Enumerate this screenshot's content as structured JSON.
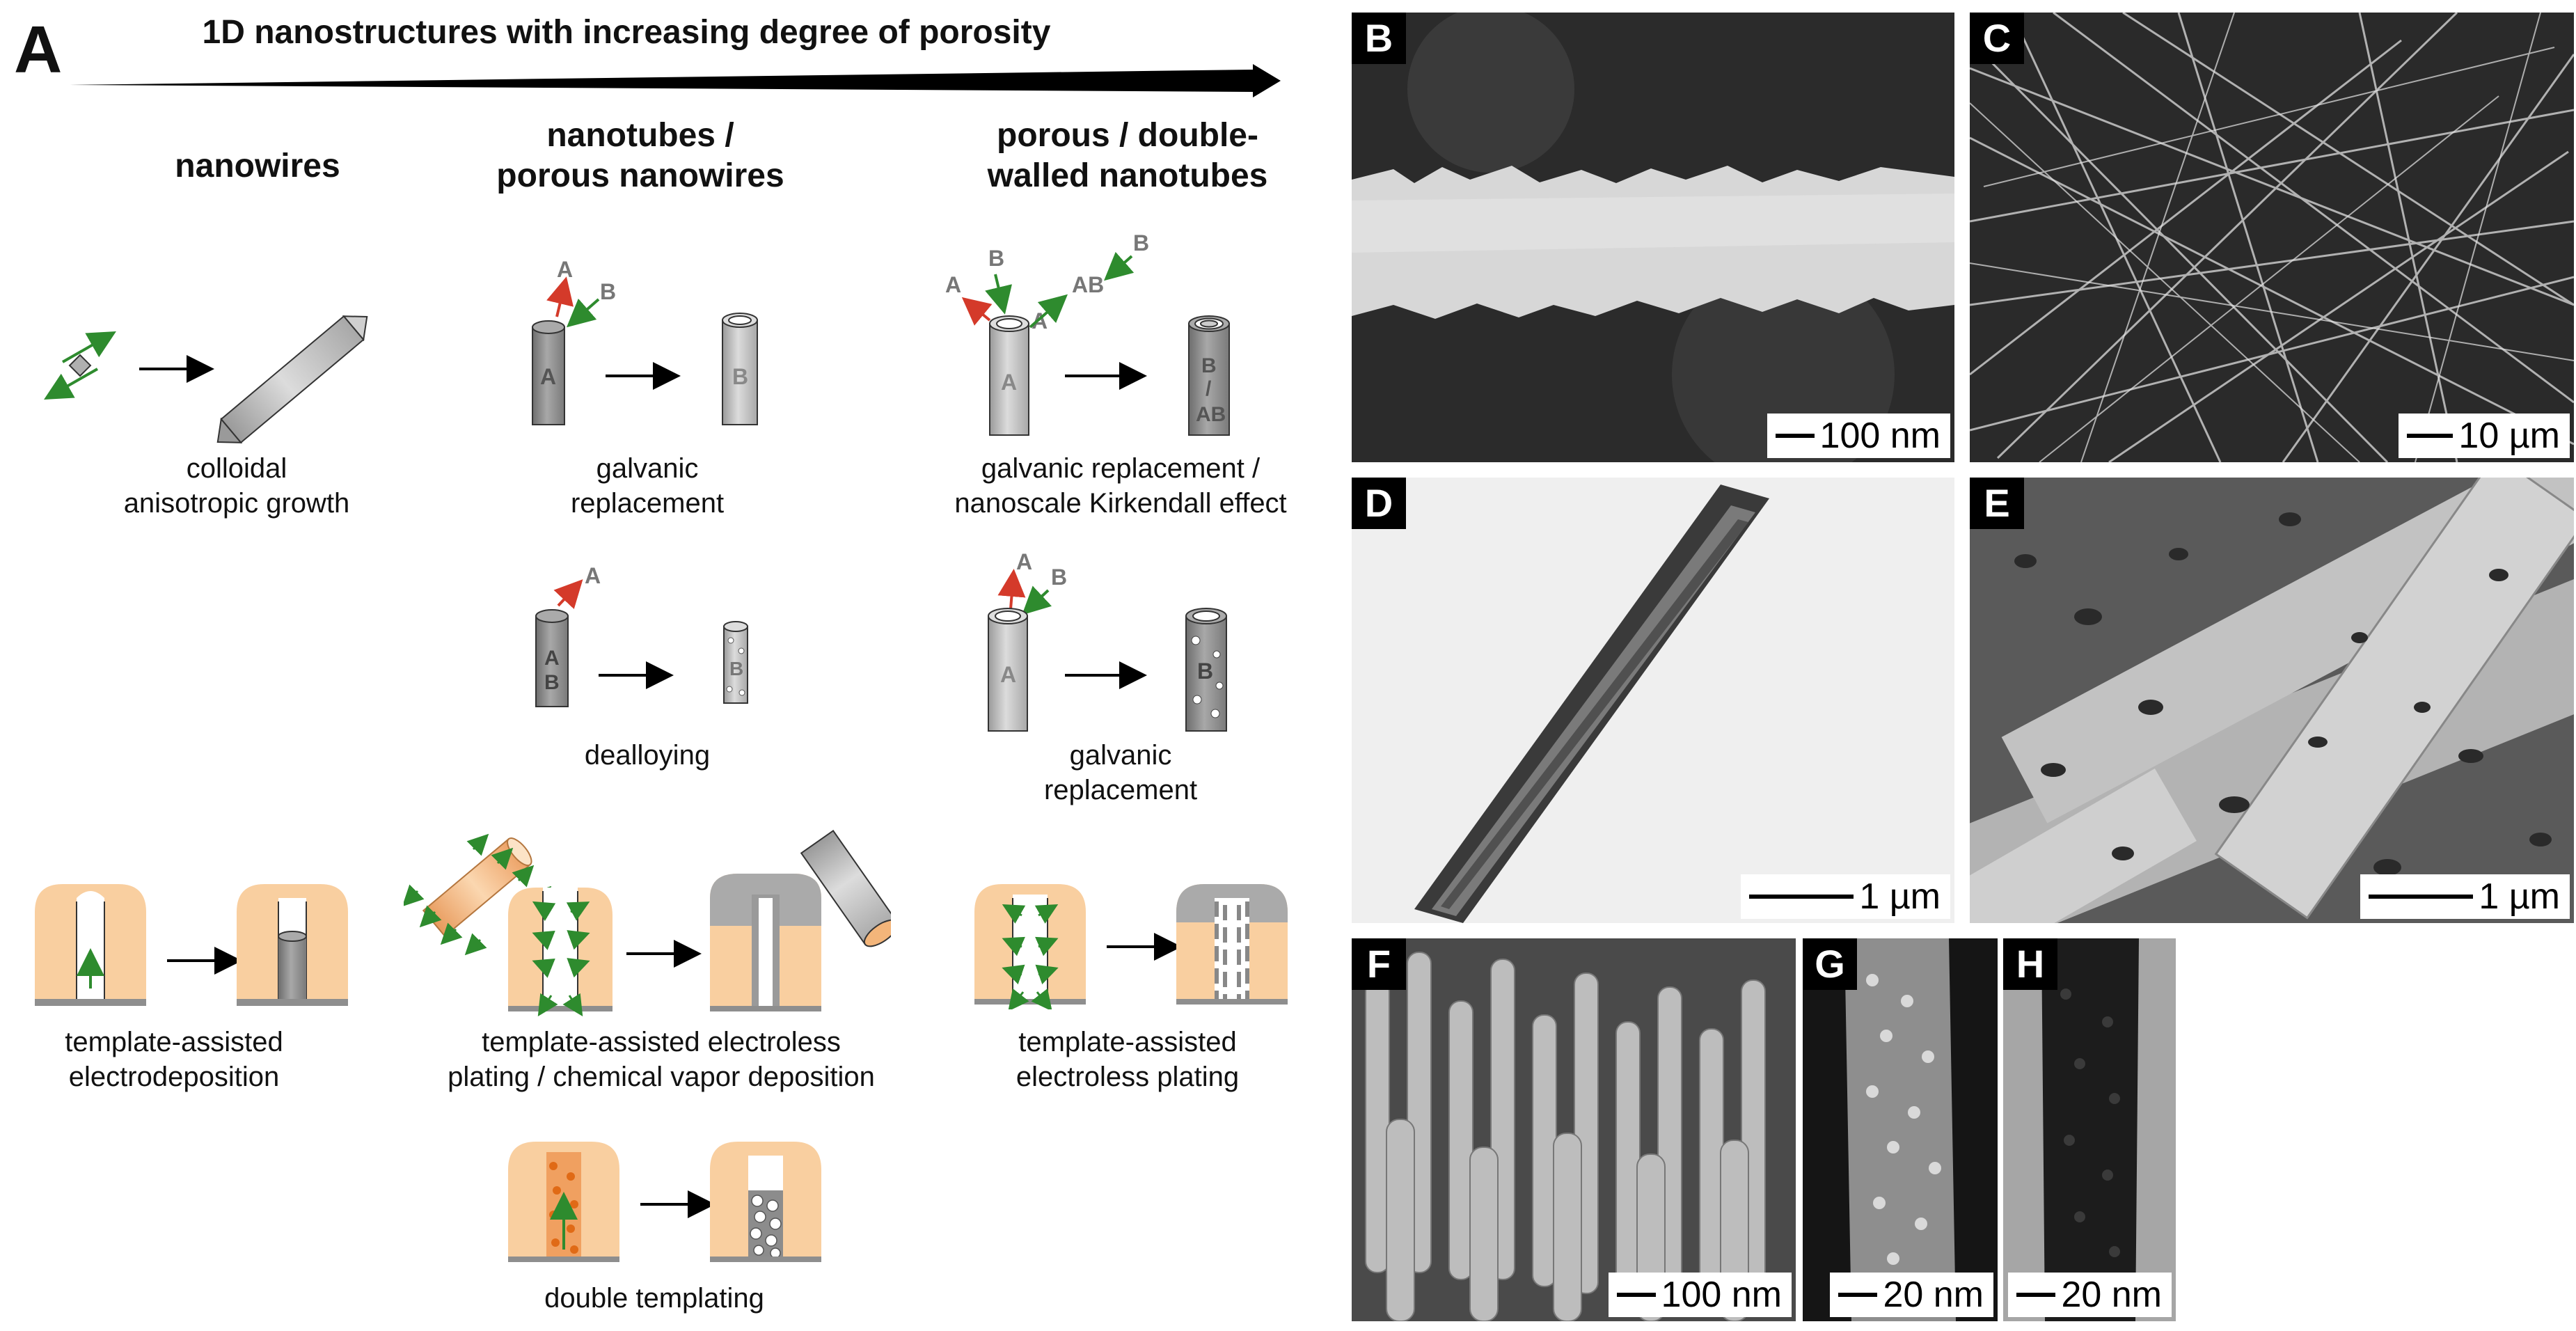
{
  "panel_a": {
    "label": "A",
    "banner": "1D nanostructures with increasing degree of porosity",
    "columns": {
      "col1": [
        "nanowires"
      ],
      "col2": [
        "nanotubes /",
        "porous nanowires"
      ],
      "col3": [
        "porous / double-",
        "walled nanotubes"
      ]
    },
    "captions": {
      "colloidal": [
        "colloidal",
        "anisotropic growth"
      ],
      "galvanic1": [
        "galvanic",
        "replacement"
      ],
      "galvanic2": [
        "galvanic replacement /",
        "nanoscale Kirkendall effect"
      ],
      "dealloying": [
        "dealloying"
      ],
      "galvanic3": [
        "galvanic",
        "replacement"
      ],
      "electrodeposition": [
        "template-assisted",
        "electrodeposition"
      ],
      "electroless_cvd": [
        "template-assisted electroless",
        "plating / chemical vapor deposition"
      ],
      "electroless": [
        "template-assisted",
        "electroless plating"
      ],
      "double_templating": [
        "double templating"
      ]
    },
    "letters": {
      "a": "A",
      "b": "B",
      "ab": "AB",
      "slash": "/"
    }
  },
  "micrographs": [
    {
      "label": "B",
      "scale": "100 nm"
    },
    {
      "label": "C",
      "scale": "10 µm"
    },
    {
      "label": "D",
      "scale": "1 µm"
    },
    {
      "label": "E",
      "scale": "1 µm"
    },
    {
      "label": "F",
      "scale": "100 nm"
    },
    {
      "label": "G",
      "scale": "20 nm"
    },
    {
      "label": "H",
      "scale": "20 nm"
    }
  ],
  "colors": {
    "template": "#f9cfa0",
    "metal": "#9a9a9a",
    "red_arrow": "#d43a2a",
    "green_arrow": "#2e8b2e"
  }
}
